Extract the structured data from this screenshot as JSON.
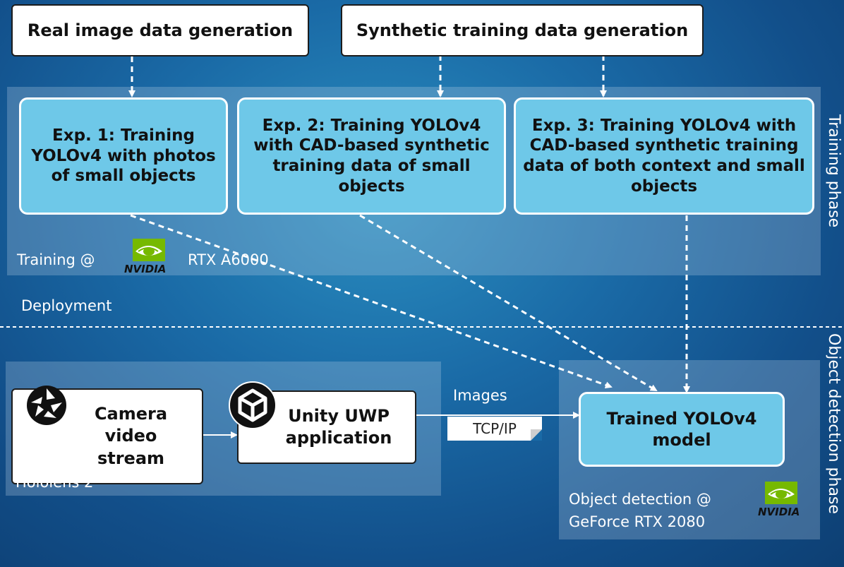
{
  "top_boxes": {
    "real": "Real image data generation",
    "synthetic": "Synthetic training data generation"
  },
  "experiments": {
    "exp1": "Exp. 1: Training YOLOv4 with photos of small objects",
    "exp2": "Exp. 2: Training YOLOv4 with CAD-based synthetic training data of small objects",
    "exp3": "Exp. 3: Training YOLOv4 with CAD-based synthetic training data of both context and small objects"
  },
  "training_panel": {
    "label_prefix": "Training @",
    "gpu": "RTX A6000"
  },
  "deployment_label": "Deployment",
  "hololens": {
    "camera": "Camera video stream",
    "unity": "Unity UWP application",
    "label": "Hololens 2"
  },
  "transfer": {
    "images": "Images",
    "protocol": "TCP/IP"
  },
  "detection": {
    "model": "Trained YOLOv4 model",
    "label_line1": "Object detection @",
    "label_line2": "GeForce RTX 2080"
  },
  "phases": {
    "training": "Training phase",
    "detection": "Object detection phase"
  },
  "logo_text": "NVIDIA",
  "colors": {
    "box_fill": "#6ec8e8",
    "nvidia_green": "#76b900"
  }
}
